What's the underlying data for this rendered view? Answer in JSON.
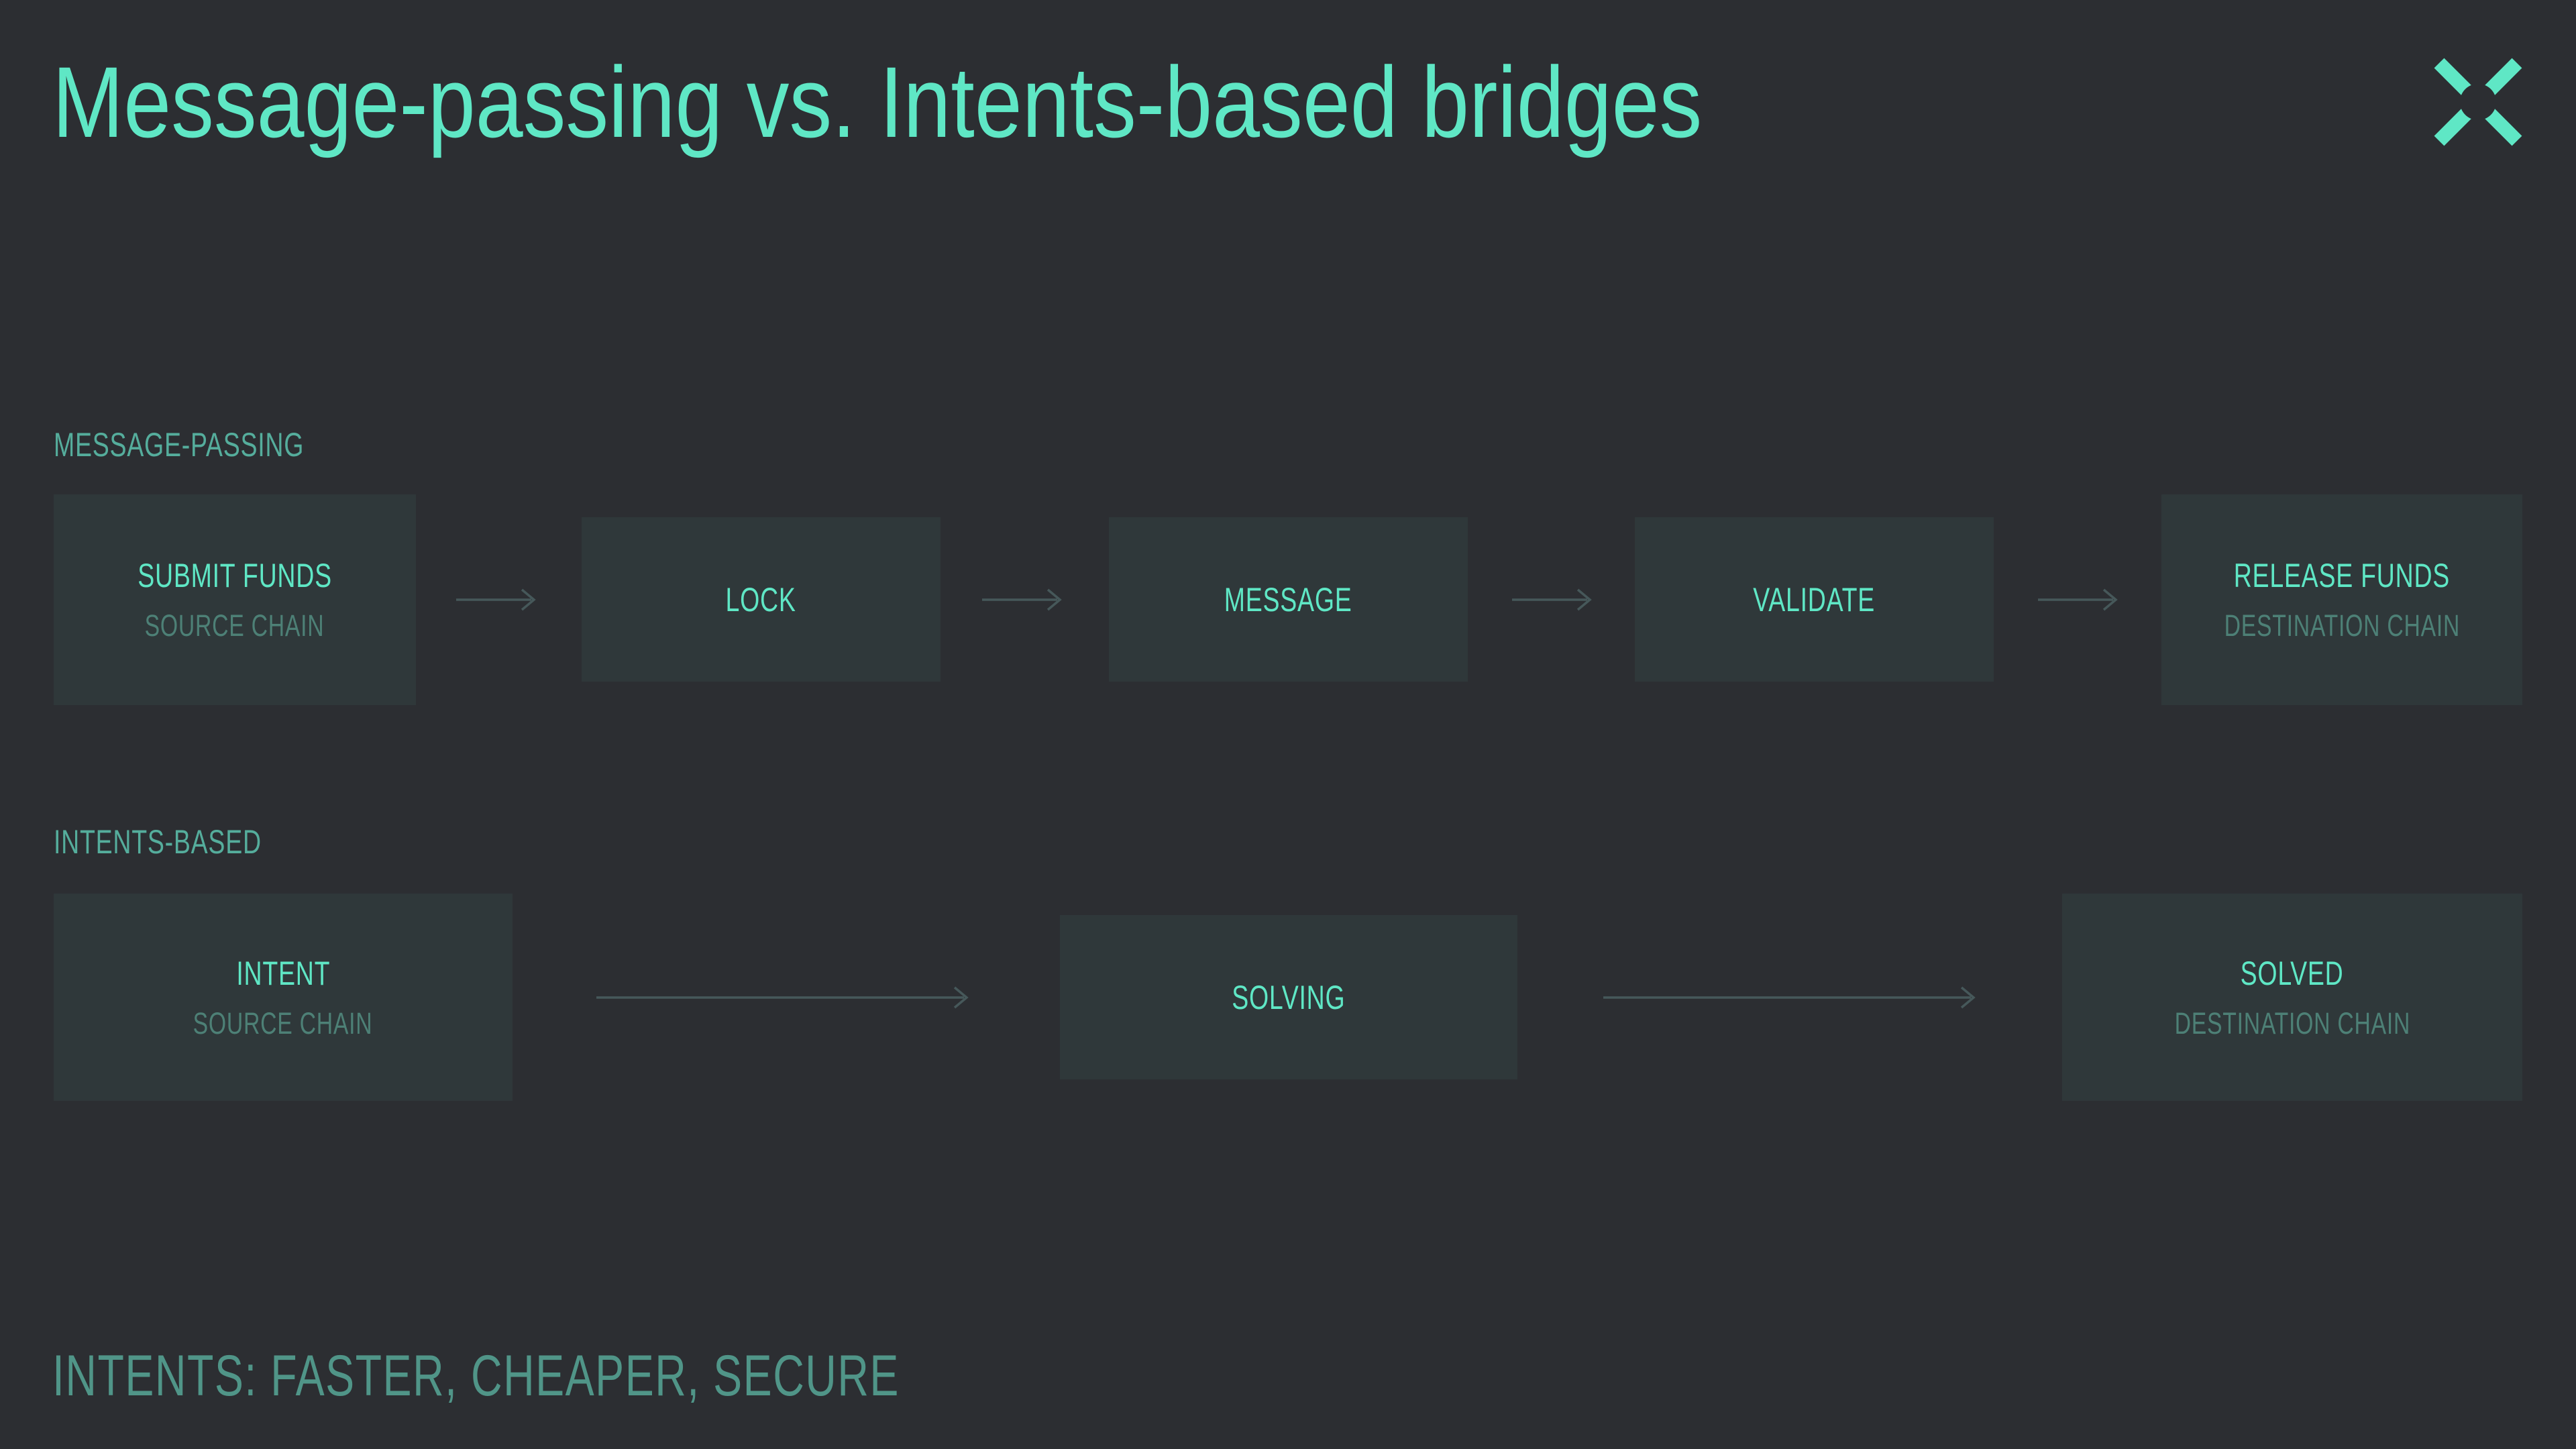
{
  "slide": {
    "title": "Message-passing vs. Intents-based bridges",
    "footer": "INTENTS: FASTER, CHEAPER, SECURE"
  },
  "theme": {
    "bg": "#2c2e32",
    "box": "#2f383a",
    "accent": "#5fe7c5",
    "label": "#55ad9c",
    "sub": "#4d8076",
    "footerc": "#509588",
    "arrow": "#46585a"
  },
  "flows": [
    {
      "label": "MESSAGE-PASSING",
      "steps": [
        {
          "title": "SUBMIT FUNDS",
          "subtitle": "SOURCE CHAIN"
        },
        {
          "title": "LOCK"
        },
        {
          "title": "MESSAGE"
        },
        {
          "title": "VALIDATE"
        },
        {
          "title": "RELEASE FUNDS",
          "subtitle": "DESTINATION CHAIN"
        }
      ]
    },
    {
      "label": "INTENTS-BASED",
      "steps": [
        {
          "title": "INTENT",
          "subtitle": "SOURCE CHAIN"
        },
        {
          "title": "SOLVING"
        },
        {
          "title": "SOLVED",
          "subtitle": "DESTINATION CHAIN"
        }
      ]
    }
  ]
}
